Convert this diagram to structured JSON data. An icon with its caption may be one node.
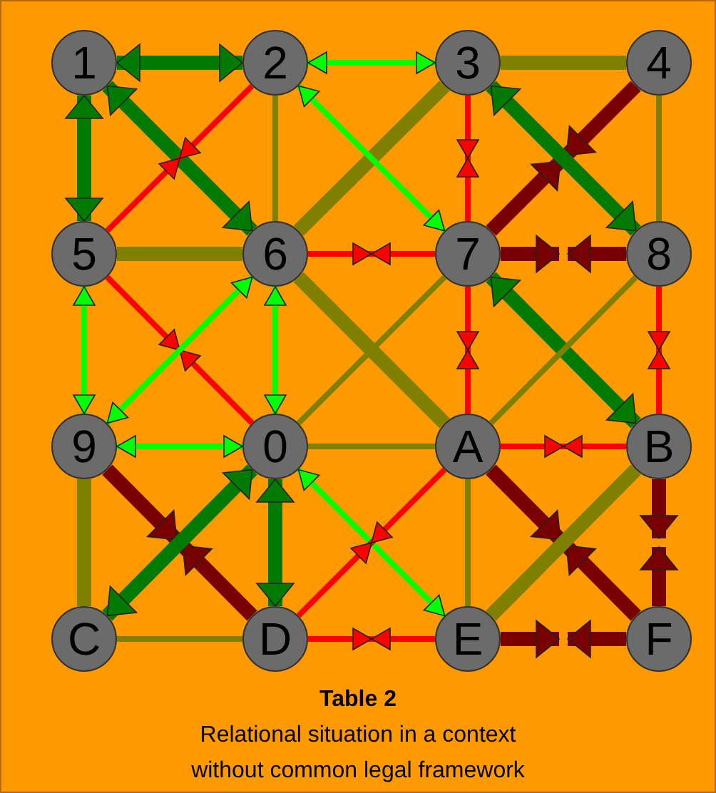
{
  "diagram": {
    "title": "Table 2",
    "caption": "Relational situation in a context without common legal framework",
    "nodes": [
      {
        "text": [
          "1"
        ]
      },
      {
        "text": [
          "2"
        ]
      },
      {
        "text": [
          "3"
        ]
      },
      {
        "text": [
          "4"
        ]
      },
      {
        "text": [
          "5"
        ]
      },
      {
        "text": [
          "6"
        ]
      },
      {
        "text": [
          "7"
        ]
      },
      {
        "text": [
          "8"
        ]
      },
      {
        "text": [
          "9"
        ]
      },
      {
        "text": [
          "0"
        ]
      },
      {
        "text": [
          "A"
        ]
      },
      {
        "text": [
          "B"
        ]
      },
      {
        "text": [
          "C"
        ]
      },
      {
        "text": [
          "D"
        ]
      },
      {
        "text": [
          "E"
        ]
      },
      {
        "text": [
          "F"
        ]
      }
    ],
    "edges": [
      {
        "from": 0,
        "to": 1,
        "arrow": "both",
        "style": "thick",
        "color": "#007a00"
      },
      {
        "from": 1,
        "to": 2,
        "arrow": "both",
        "color": "#00ff00"
      },
      {
        "from": 2,
        "to": 3,
        "arrow": "none",
        "style": "thick",
        "color": "#808000"
      },
      {
        "from": 0,
        "to": 4,
        "arrow": "both",
        "style": "thick",
        "color": "#007a00"
      },
      {
        "from": 0,
        "to": 5,
        "arrow": "both",
        "style": "thick",
        "color": "#007a00"
      },
      {
        "from": 1,
        "to": null,
        "arrow": "to"
      },
      {
        "from": 4,
        "to": null,
        "arrow": "to"
      },
      {
        "from": 1,
        "to": 5,
        "arrow": "none",
        "color": "#808000"
      },
      {
        "from": 1,
        "to": 6,
        "arrow": "both",
        "color": "#00ff00"
      },
      {
        "from": 2,
        "to": 5,
        "arrow": "none",
        "style": "thick",
        "color": "#808000"
      },
      {
        "from": 2,
        "to": null,
        "arrow": "to"
      },
      {
        "from": 6,
        "to": null,
        "arrow": "to"
      },
      {
        "from": 3,
        "to": null,
        "arrow": "to",
        "style": "thick",
        "color": "#780000"
      },
      {
        "from": 6,
        "to": null,
        "arrow": "to",
        "style": "thick",
        "color": "#780000"
      },
      {
        "from": 2,
        "to": 7,
        "arrow": "both",
        "style": "thick",
        "color": "#007a00"
      },
      {
        "from": 3,
        "to": 7,
        "arrow": "none",
        "color": "#808000"
      },
      {
        "from": 4,
        "to": 5,
        "arrow": "none",
        "style": "thick",
        "color": "#808000"
      },
      {
        "from": 5,
        "to": null,
        "arrow": "to"
      },
      {
        "from": 6,
        "to": null,
        "arrow": "to"
      },
      {
        "from": 6,
        "to": null,
        "arrow": "to",
        "style": "thick",
        "color": "#780000"
      },
      {
        "from": 7,
        "to": null,
        "arrow": "to",
        "style": "thick",
        "color": "#780000"
      },
      {
        "from": 4,
        "to": 8,
        "arrow": "both",
        "color": "#00ff00"
      },
      {
        "from": 4,
        "to": null,
        "arrow": "to"
      },
      {
        "from": 9,
        "to": null,
        "arrow": "to"
      },
      {
        "from": 5,
        "to": 8,
        "arrow": "both",
        "color": "#00ff00"
      },
      {
        "from": 5,
        "to": 9,
        "arrow": "both",
        "color": "#00ff00"
      },
      {
        "from": 5,
        "to": 10,
        "arrow": "none",
        "style": "thick",
        "color": "#808000"
      },
      {
        "from": 6,
        "to": 9,
        "arrow": "none",
        "color": "#808000"
      },
      {
        "from": 6,
        "to": null,
        "arrow": "to"
      },
      {
        "from": 10,
        "to": null,
        "arrow": "to"
      },
      {
        "from": 6,
        "to": 11,
        "arrow": "both",
        "style": "thick",
        "color": "#007a00"
      },
      {
        "from": 7,
        "to": 10,
        "arrow": "none",
        "color": "#808000"
      },
      {
        "from": 7,
        "to": null,
        "arrow": "to"
      },
      {
        "from": 11,
        "to": null,
        "arrow": "to"
      },
      {
        "from": 8,
        "to": 9,
        "arrow": "both",
        "color": "#00ff00"
      },
      {
        "from": 9,
        "to": 10,
        "arrow": "none",
        "color": "#808000"
      },
      {
        "from": 10,
        "to": null,
        "arrow": "to"
      },
      {
        "from": 11,
        "to": null,
        "arrow": "to"
      },
      {
        "from": 8,
        "to": 12,
        "arrow": "none",
        "style": "thick",
        "color": "#808000"
      },
      {
        "from": 8,
        "to": null,
        "arrow": "to",
        "style": "thick",
        "color": "#780000"
      },
      {
        "from": 13,
        "to": null,
        "arrow": "to",
        "style": "thick",
        "color": "#780000"
      },
      {
        "from": 9,
        "to": 12,
        "arrow": "both",
        "style": "thick",
        "color": "#007a00"
      },
      {
        "from": 9,
        "to": 13,
        "arrow": "both",
        "style": "thick",
        "color": "#007a00"
      },
      {
        "from": 9,
        "to": 14,
        "arrow": "both",
        "color": "#00ff00"
      },
      {
        "from": 10,
        "to": null,
        "arrow": "to"
      },
      {
        "from": 13,
        "to": null,
        "arrow": "to"
      },
      {
        "from": 10,
        "to": 14,
        "arrow": "none",
        "color": "#808000"
      },
      {
        "from": 10,
        "to": null,
        "arrow": "to",
        "style": "thick",
        "color": "#780000"
      },
      {
        "from": 15,
        "to": null,
        "arrow": "to",
        "style": "thick",
        "color": "#780000"
      },
      {
        "from": 11,
        "to": 14,
        "arrow": "none",
        "style": "thick",
        "color": "#808000"
      },
      {
        "from": 11,
        "to": null,
        "arrow": "to",
        "style": "thick",
        "color": "#780000"
      },
      {
        "from": 15,
        "to": null,
        "arrow": "to",
        "style": "thick",
        "color": "#780000"
      },
      {
        "from": 12,
        "to": 13,
        "arrow": "none",
        "color": "#808000"
      },
      {
        "from": 13,
        "to": null,
        "arrow": "to"
      },
      {
        "from": 14,
        "to": null,
        "arrow": "to"
      },
      {
        "from": 14,
        "to": null,
        "arrow": "to",
        "style": "thick",
        "color": "#780000"
      },
      {
        "from": 15,
        "to": null,
        "arrow": "to",
        "style": "thick",
        "color": "#780000"
      }
    ]
  }
}
